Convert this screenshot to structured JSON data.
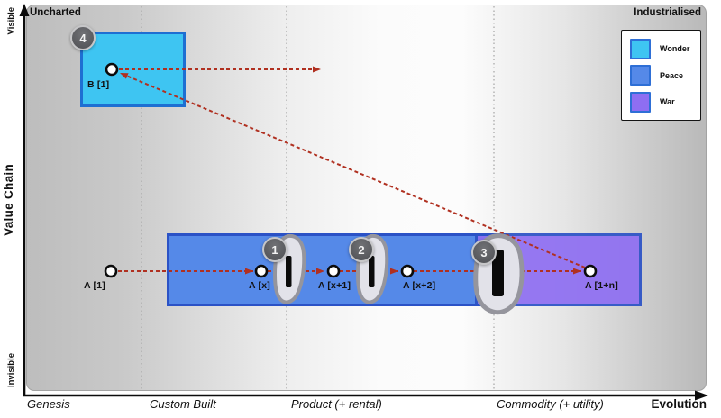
{
  "regions": {
    "top_left": "Uncharted",
    "top_right": "Industrialised"
  },
  "axes": {
    "y_title": "Value Chain",
    "y_top": "Visible",
    "y_bottom": "Invisible",
    "x_title": "Evolution",
    "stages": [
      "Genesis",
      "Custom Built",
      "Product (+ rental)",
      "Commodity (+ utility)"
    ]
  },
  "legend": {
    "items": [
      "Wonder",
      "Peace",
      "War"
    ]
  },
  "nodes": {
    "b1": "B [1]",
    "a1": "A [1]",
    "ax": "A [x]",
    "ax1": "A [x+1]",
    "ax2": "A [x+2]",
    "a1n": "A [1+n]"
  },
  "badges": [
    "1",
    "2",
    "3",
    "4"
  ],
  "colors": {
    "wonder": "#3EC5F2",
    "peace": "#5589E8",
    "war": "#8E6EF2",
    "band_border": "#2B52C6",
    "arrow": "#B03020",
    "inertia_fill": "#E2E2E9",
    "inertia_border": "#95959D"
  }
}
